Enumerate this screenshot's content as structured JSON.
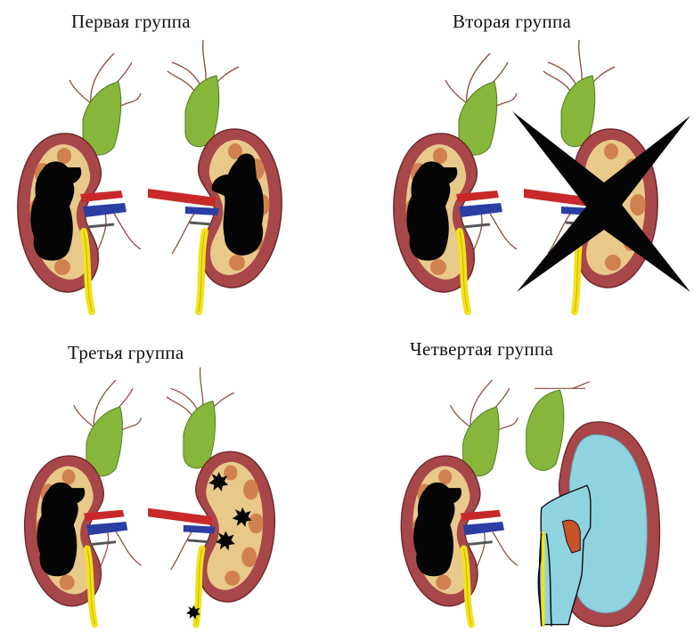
{
  "groups": [
    {
      "title": "Первая группа"
    },
    {
      "title": "Вторая группа"
    },
    {
      "title": "Третья группа"
    },
    {
      "title": "Четвертая группа"
    }
  ],
  "colors": {
    "cortex": "#a8474a",
    "medulla": "#e9c98a",
    "pyramid_edge": "#c96a3c",
    "adrenal": "#86b63a",
    "vein": "#2b3ea3",
    "artery": "#c8282a",
    "ureter": "#f2e21a",
    "vessels_thin": "#8a4a3a",
    "stone": "#050505",
    "cyst": "#8fd3e0"
  }
}
